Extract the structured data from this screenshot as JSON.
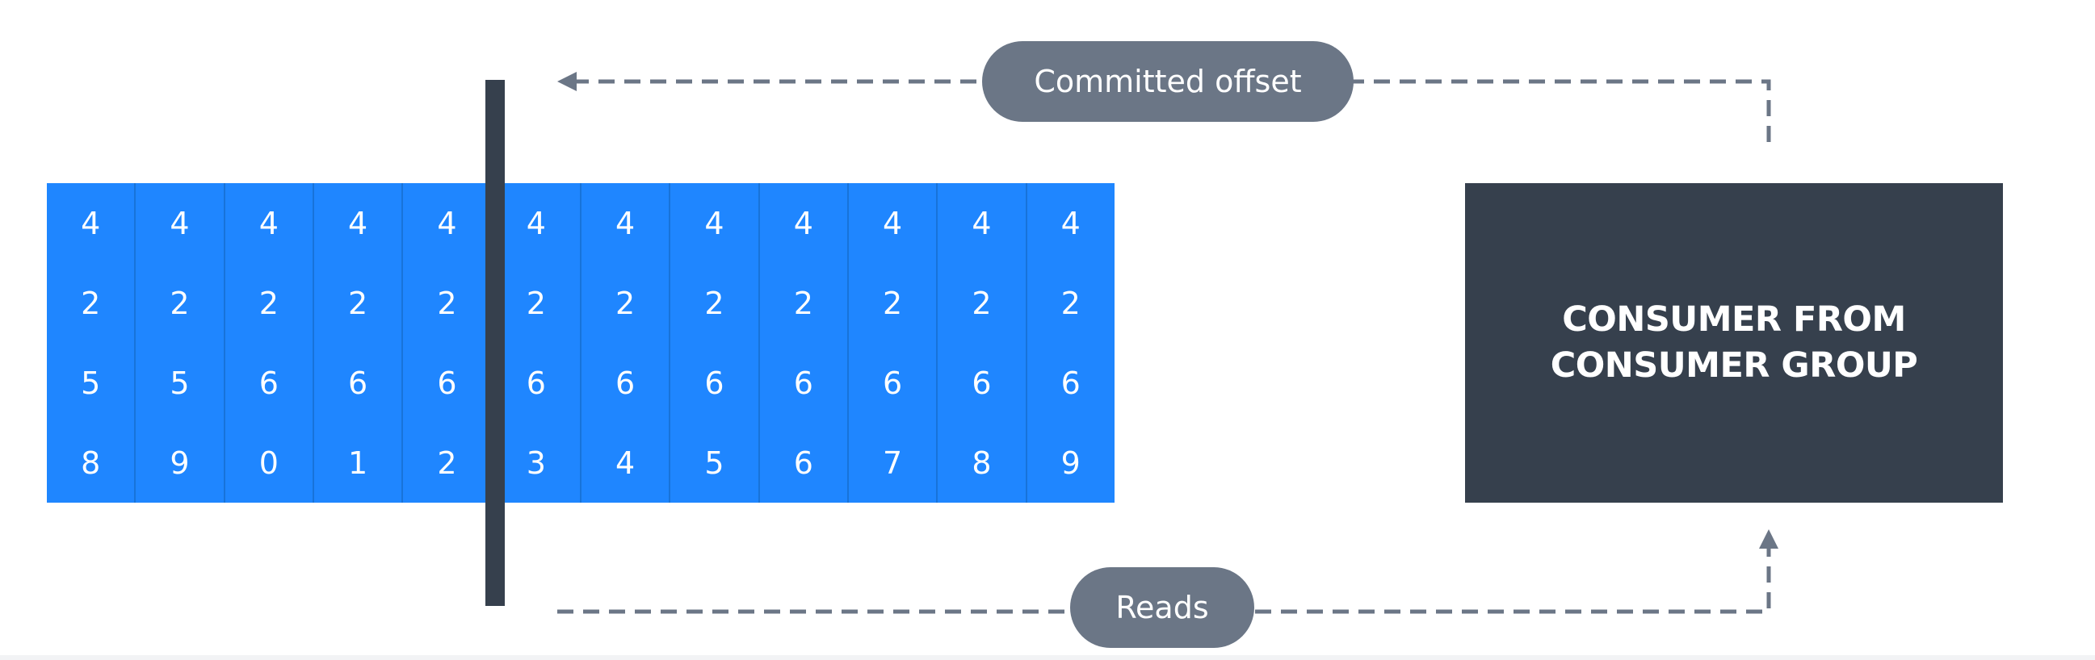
{
  "log": {
    "columns": [
      [
        "4",
        "2",
        "5",
        "8"
      ],
      [
        "4",
        "2",
        "5",
        "9"
      ],
      [
        "4",
        "2",
        "6",
        "0"
      ],
      [
        "4",
        "2",
        "6",
        "1"
      ],
      [
        "4",
        "2",
        "6",
        "2"
      ],
      [
        "4",
        "2",
        "6",
        "3"
      ],
      [
        "4",
        "2",
        "6",
        "4"
      ],
      [
        "4",
        "2",
        "6",
        "5"
      ],
      [
        "4",
        "2",
        "6",
        "6"
      ],
      [
        "4",
        "2",
        "6",
        "7"
      ],
      [
        "4",
        "2",
        "6",
        "8"
      ],
      [
        "4",
        "2",
        "6",
        "9"
      ]
    ]
  },
  "labels": {
    "committed_offset": "Committed offset",
    "reads": "Reads",
    "consumer": "CONSUMER FROM\nCONSUMER GROUP"
  },
  "colors": {
    "log_blue": "#1f86ff",
    "dark_slate": "#36404d",
    "pill_gray": "#6b7686",
    "arrow_gray": "#6b7686"
  }
}
